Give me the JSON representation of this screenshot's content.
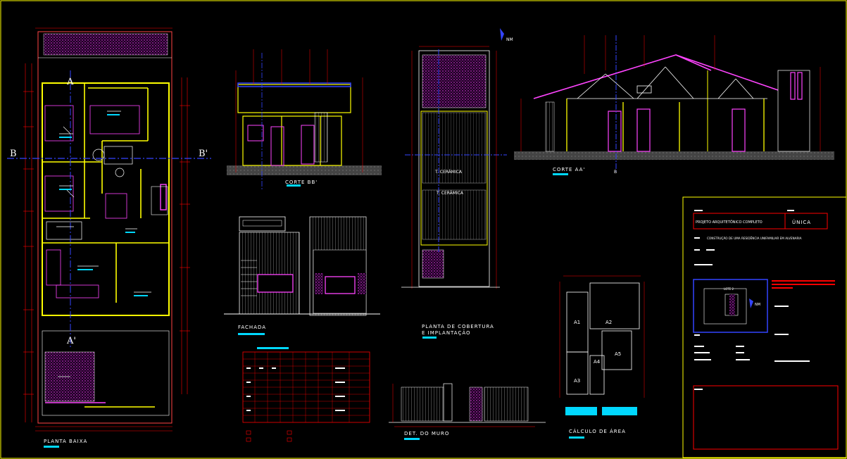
{
  "colors": {
    "background": "#000000",
    "frame": "#ffff00",
    "wall": "#ffff00",
    "dimension": "#ff0000",
    "text": "#ffffff",
    "accent_cyan": "#00d8ff",
    "hatch_magenta": "#ff44ff",
    "section_line": "#3344ff"
  },
  "drawings": {
    "plan": {
      "title": "PLANTA BAIXA",
      "section_b_left": "B",
      "section_b_right": "B'",
      "section_a_top": "A",
      "section_a_bottom": "A'"
    },
    "corte_bb": {
      "title": "CORTE BB'"
    },
    "fachada": {
      "title": "FACHADA"
    },
    "cobertura": {
      "title_line1": "PLANTA DE COBERTURA",
      "title_line2": "E IMPLANTAÇÃO",
      "roof_note_1": "T. CERÂMICA",
      "roof_note_2": "T. CERÂMICA"
    },
    "corte_aa": {
      "title": "CORTE AA'",
      "section_label": "B",
      "north_label": "NM"
    },
    "muro": {
      "title": "DET. DO MURO"
    },
    "area_calc": {
      "title": "CÁLCULO DE ÁREA",
      "areas": [
        "A1",
        "A2",
        "A3",
        "A4",
        "A5"
      ]
    }
  },
  "title_block": {
    "project_label": "PROJETO ARQUITETÔNICO COMPLETO",
    "sheet_label": "ÚNICA",
    "description": "CONSTRUÇÃO DE UMA RESIDÊNCIA UNIFAMILIAR EM ALVENARIA",
    "location_title": "LOTE 2",
    "north": "NM"
  }
}
